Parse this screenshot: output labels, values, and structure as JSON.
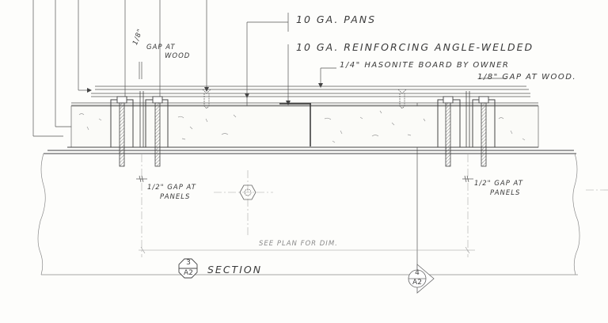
{
  "drawing": {
    "title": "SECTION",
    "section_tag": {
      "number": "3",
      "sheet": "A2"
    },
    "reference_tag": {
      "number": "4",
      "sheet": "A2"
    },
    "notes": {
      "pans": "10 GA. PANS",
      "reinforcing": "10 GA. REINFORCING ANGLE-WELDED",
      "hasonite": "1/4\" HASONITE BOARD BY OWNER",
      "gap_wood_right": "1/8\" GAP AT WOOD.",
      "gap_wood_left_fraction": "1/8\"",
      "gap_wood_left_line1": "GAP AT",
      "gap_wood_left_line2": "WOOD",
      "gap_panels_left_line1": "1/2\" GAP AT",
      "gap_panels_left_line2": "PANELS",
      "gap_panels_right_line1": "1/2\" GAP AT",
      "gap_panels_right_line2": "PANELS",
      "dimension": "SEE PLAN FOR DIM."
    },
    "colors": {
      "paper": "#fdfdfb",
      "line": "#3a3a3a",
      "faint_line": "#9a9a9a",
      "hatch": "#777777"
    }
  }
}
